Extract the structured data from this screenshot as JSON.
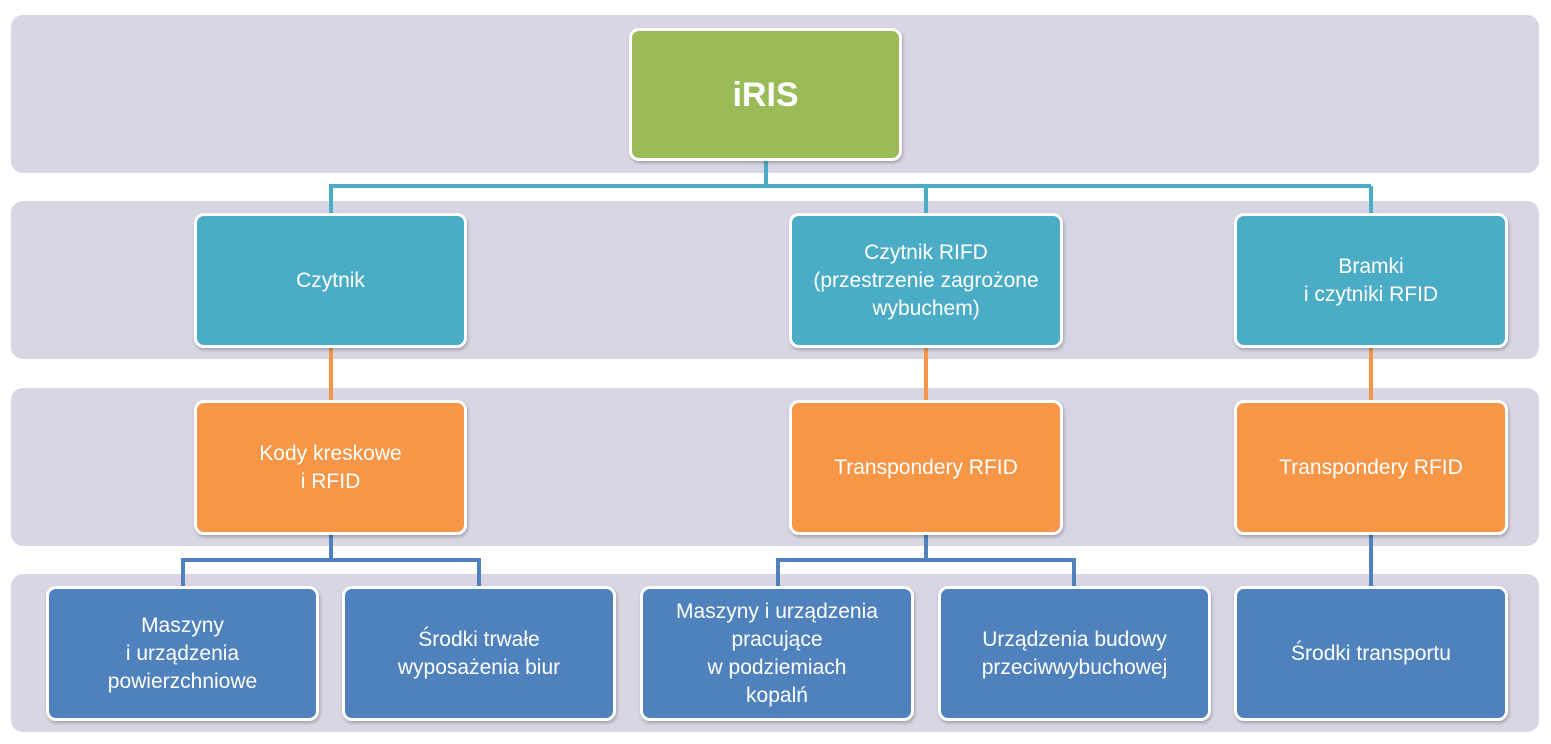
{
  "colors": {
    "band": "#d9d5e3",
    "root": "#9bbb59",
    "level1": "#4bacc6",
    "level2": "#f79646",
    "level3": "#4f81bd",
    "connector_teal": "#4bacc6",
    "connector_orange": "#f79646",
    "connector_blue": "#4f81bd"
  },
  "root": {
    "label": "iRIS"
  },
  "readers": [
    {
      "label": "Czytnik"
    },
    {
      "label": "Czytnik RIFD\n(przestrzenie zagrożone\nwybuchem)"
    },
    {
      "label": "Bramki\ni czytniki RFID"
    }
  ],
  "identifiers": [
    {
      "label": "Kody kreskowe\ni RFID"
    },
    {
      "label": "Transpondery  RFID"
    },
    {
      "label": "Transpondery  RFID"
    }
  ],
  "assets": [
    {
      "label": "Maszyny\ni urządzenia\npowierzchniowe"
    },
    {
      "label": "Środki trwałe\nwyposażenia biur"
    },
    {
      "label": "Maszyny i urządzenia\npracujące\nw podziemiach\nkopalń"
    },
    {
      "label": "Urządzenia budowy\nprzeciwwybuchowej"
    },
    {
      "label": "Środki transportu"
    }
  ]
}
